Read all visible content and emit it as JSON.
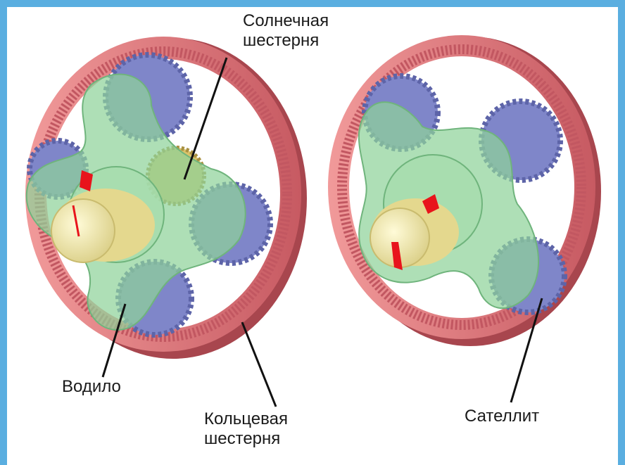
{
  "colors": {
    "ring": "#e87f80",
    "ring_dark": "#b54b52",
    "planet": "#7c84c8",
    "carrier": "#8fd39a",
    "shaft": "#f1e8a6",
    "marker": "#e8141c",
    "sun": "#d9c26a",
    "frame_border": "#5aaee0"
  },
  "labels": {
    "sun_gear": [
      "Солнечная",
      "шестерня"
    ],
    "carrier": "Водило",
    "ring_gear": [
      "Кольцевая",
      "шестерня"
    ],
    "planet_gear": "Сателлит"
  },
  "diagram": {
    "subject": "planetary gear set",
    "views": [
      "left",
      "right"
    ]
  }
}
